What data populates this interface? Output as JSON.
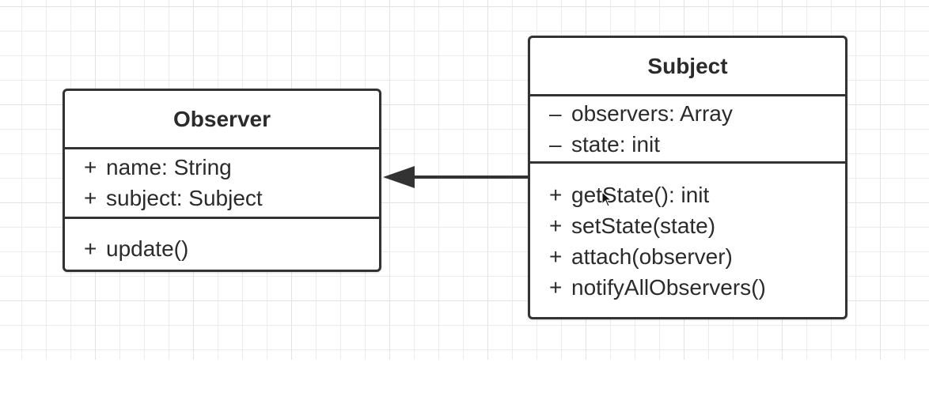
{
  "observer": {
    "name": "Observer",
    "attributes": [
      {
        "visibility": "+",
        "text": "name: String"
      },
      {
        "visibility": "+",
        "text": "subject: Subject"
      }
    ],
    "methods": [
      {
        "visibility": "+",
        "text": "update()"
      }
    ]
  },
  "subject": {
    "name": "Subject",
    "attributes": [
      {
        "visibility": "–",
        "text": "observers: Array"
      },
      {
        "visibility": "–",
        "text": "state: init"
      }
    ],
    "methods": [
      {
        "visibility": "+",
        "text": "getState(): init"
      },
      {
        "visibility": "+",
        "text": "setState(state)"
      },
      {
        "visibility": "+",
        "text": "attach(observer)"
      },
      {
        "visibility": "+",
        "text": "notifyAllObservers()"
      }
    ]
  },
  "colors": {
    "stroke": "#333333",
    "grid": "#ececec",
    "background": "#ffffff"
  }
}
